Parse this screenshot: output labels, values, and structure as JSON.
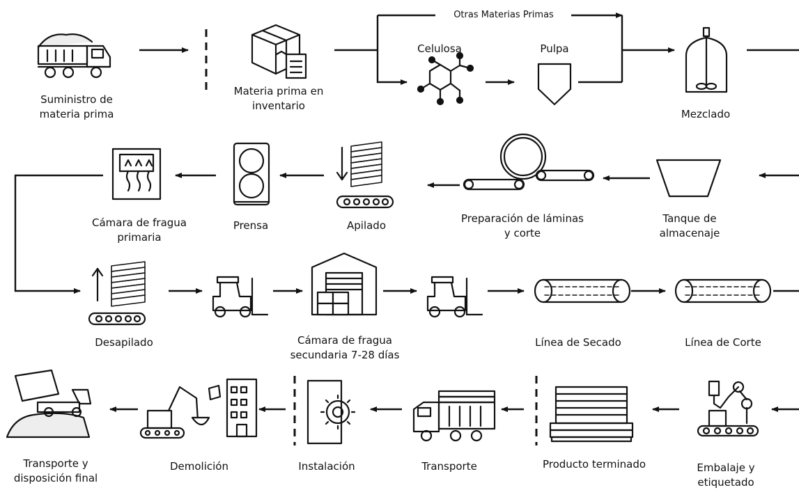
{
  "stages": {
    "suministro": {
      "line1": "Suministro de",
      "line2": "materia prima"
    },
    "inventario": {
      "line1": "Materia prima en",
      "line2": "inventario"
    },
    "celulosa": "Celulosa",
    "pulpa": "Pulpa",
    "otras": "Otras Materias Primas",
    "mezclado": "Mezclado",
    "tanque": {
      "line1": "Tanque de",
      "line2": "almacenaje"
    },
    "preparacion": {
      "line1": "Preparación de láminas",
      "line2": "y corte"
    },
    "apilado": "Apilado",
    "prensa": "Prensa",
    "camara1": {
      "line1": "Cámara de fragua",
      "line2": "primaria"
    },
    "desapilado": "Desapilado",
    "camara2": {
      "line1": "Cámara de fragua",
      "line2": "secundaria  7-28 días"
    },
    "secado": "Línea de Secado",
    "corte": "Línea de Corte",
    "embalaje": {
      "line1": "Embalaje y",
      "line2": "etiquetado"
    },
    "producto": "Producto terminado",
    "transporte": "Transporte",
    "instalacion": "Instalación",
    "demolicion": "Demolición",
    "final": {
      "line1": "Transporte y",
      "line2": "disposición final"
    }
  },
  "icons": [
    "truck-icon",
    "box-icon",
    "molecule-icon",
    "funnel-icon",
    "mixer-icon",
    "tank-icon",
    "rollers-icon",
    "stack-icon",
    "press-icon",
    "chamber-icon",
    "forklift-icon",
    "warehouse-icon",
    "roll-icon",
    "robot-arm-icon",
    "pallet-icon",
    "gear-icon",
    "excavator-icon",
    "dump-truck-icon"
  ]
}
